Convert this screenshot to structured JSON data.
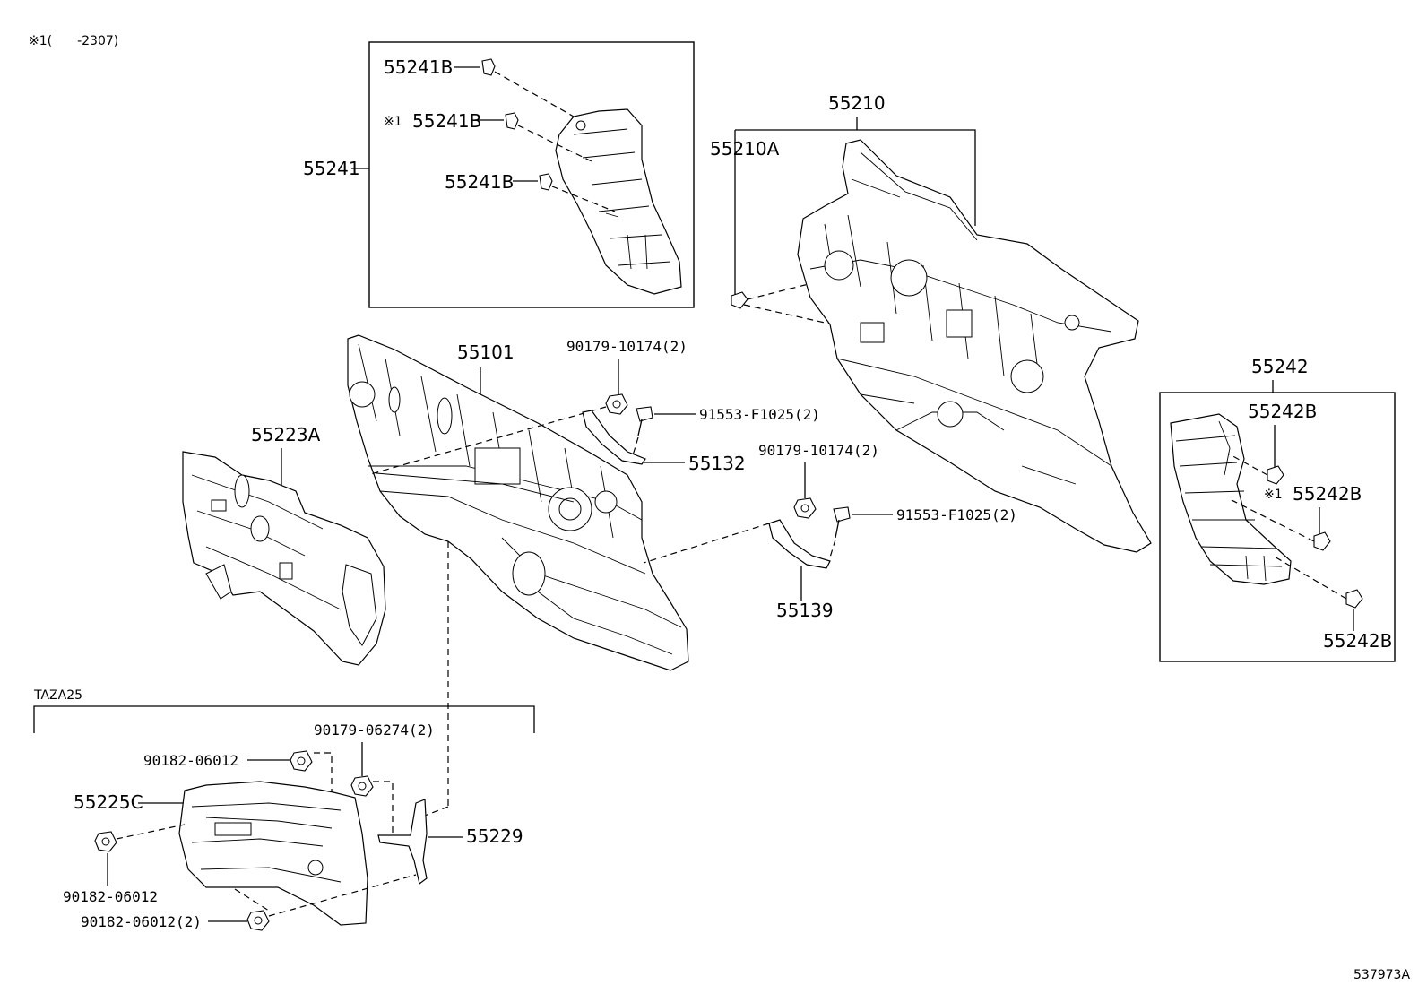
{
  "note_top": "※1(　　-2307)",
  "diagram_id": "537973A",
  "variant_label": "TAZA25",
  "labels": {
    "p55241": "55241",
    "p55241B_1": "55241B",
    "p55241B_2": "55241B",
    "p55241B_2_mark": "※1",
    "p55241B_3": "55241B",
    "p55210": "55210",
    "p55210A": "55210A",
    "p55101": "55101",
    "p55223A": "55223A",
    "p90179_10174_a": "90179-10174(2)",
    "p91553_F1025_a": "91553-F1025(2)",
    "p55132": "55132",
    "p90179_10174_b": "90179-10174(2)",
    "p91553_F1025_b": "91553-F1025(2)",
    "p55139": "55139",
    "p55242": "55242",
    "p55242B_1": "55242B",
    "p55242B_2": "55242B",
    "p55242B_2_mark": "※1",
    "p55242B_3": "55242B",
    "p90179_06274": "90179-06274(2)",
    "p90182_06012_a": "90182-06012",
    "p55225C": "55225C",
    "p55229": "55229",
    "p90182_06012_b": "90182-06012",
    "p90182_06012_c": "90182-06012(2)"
  }
}
